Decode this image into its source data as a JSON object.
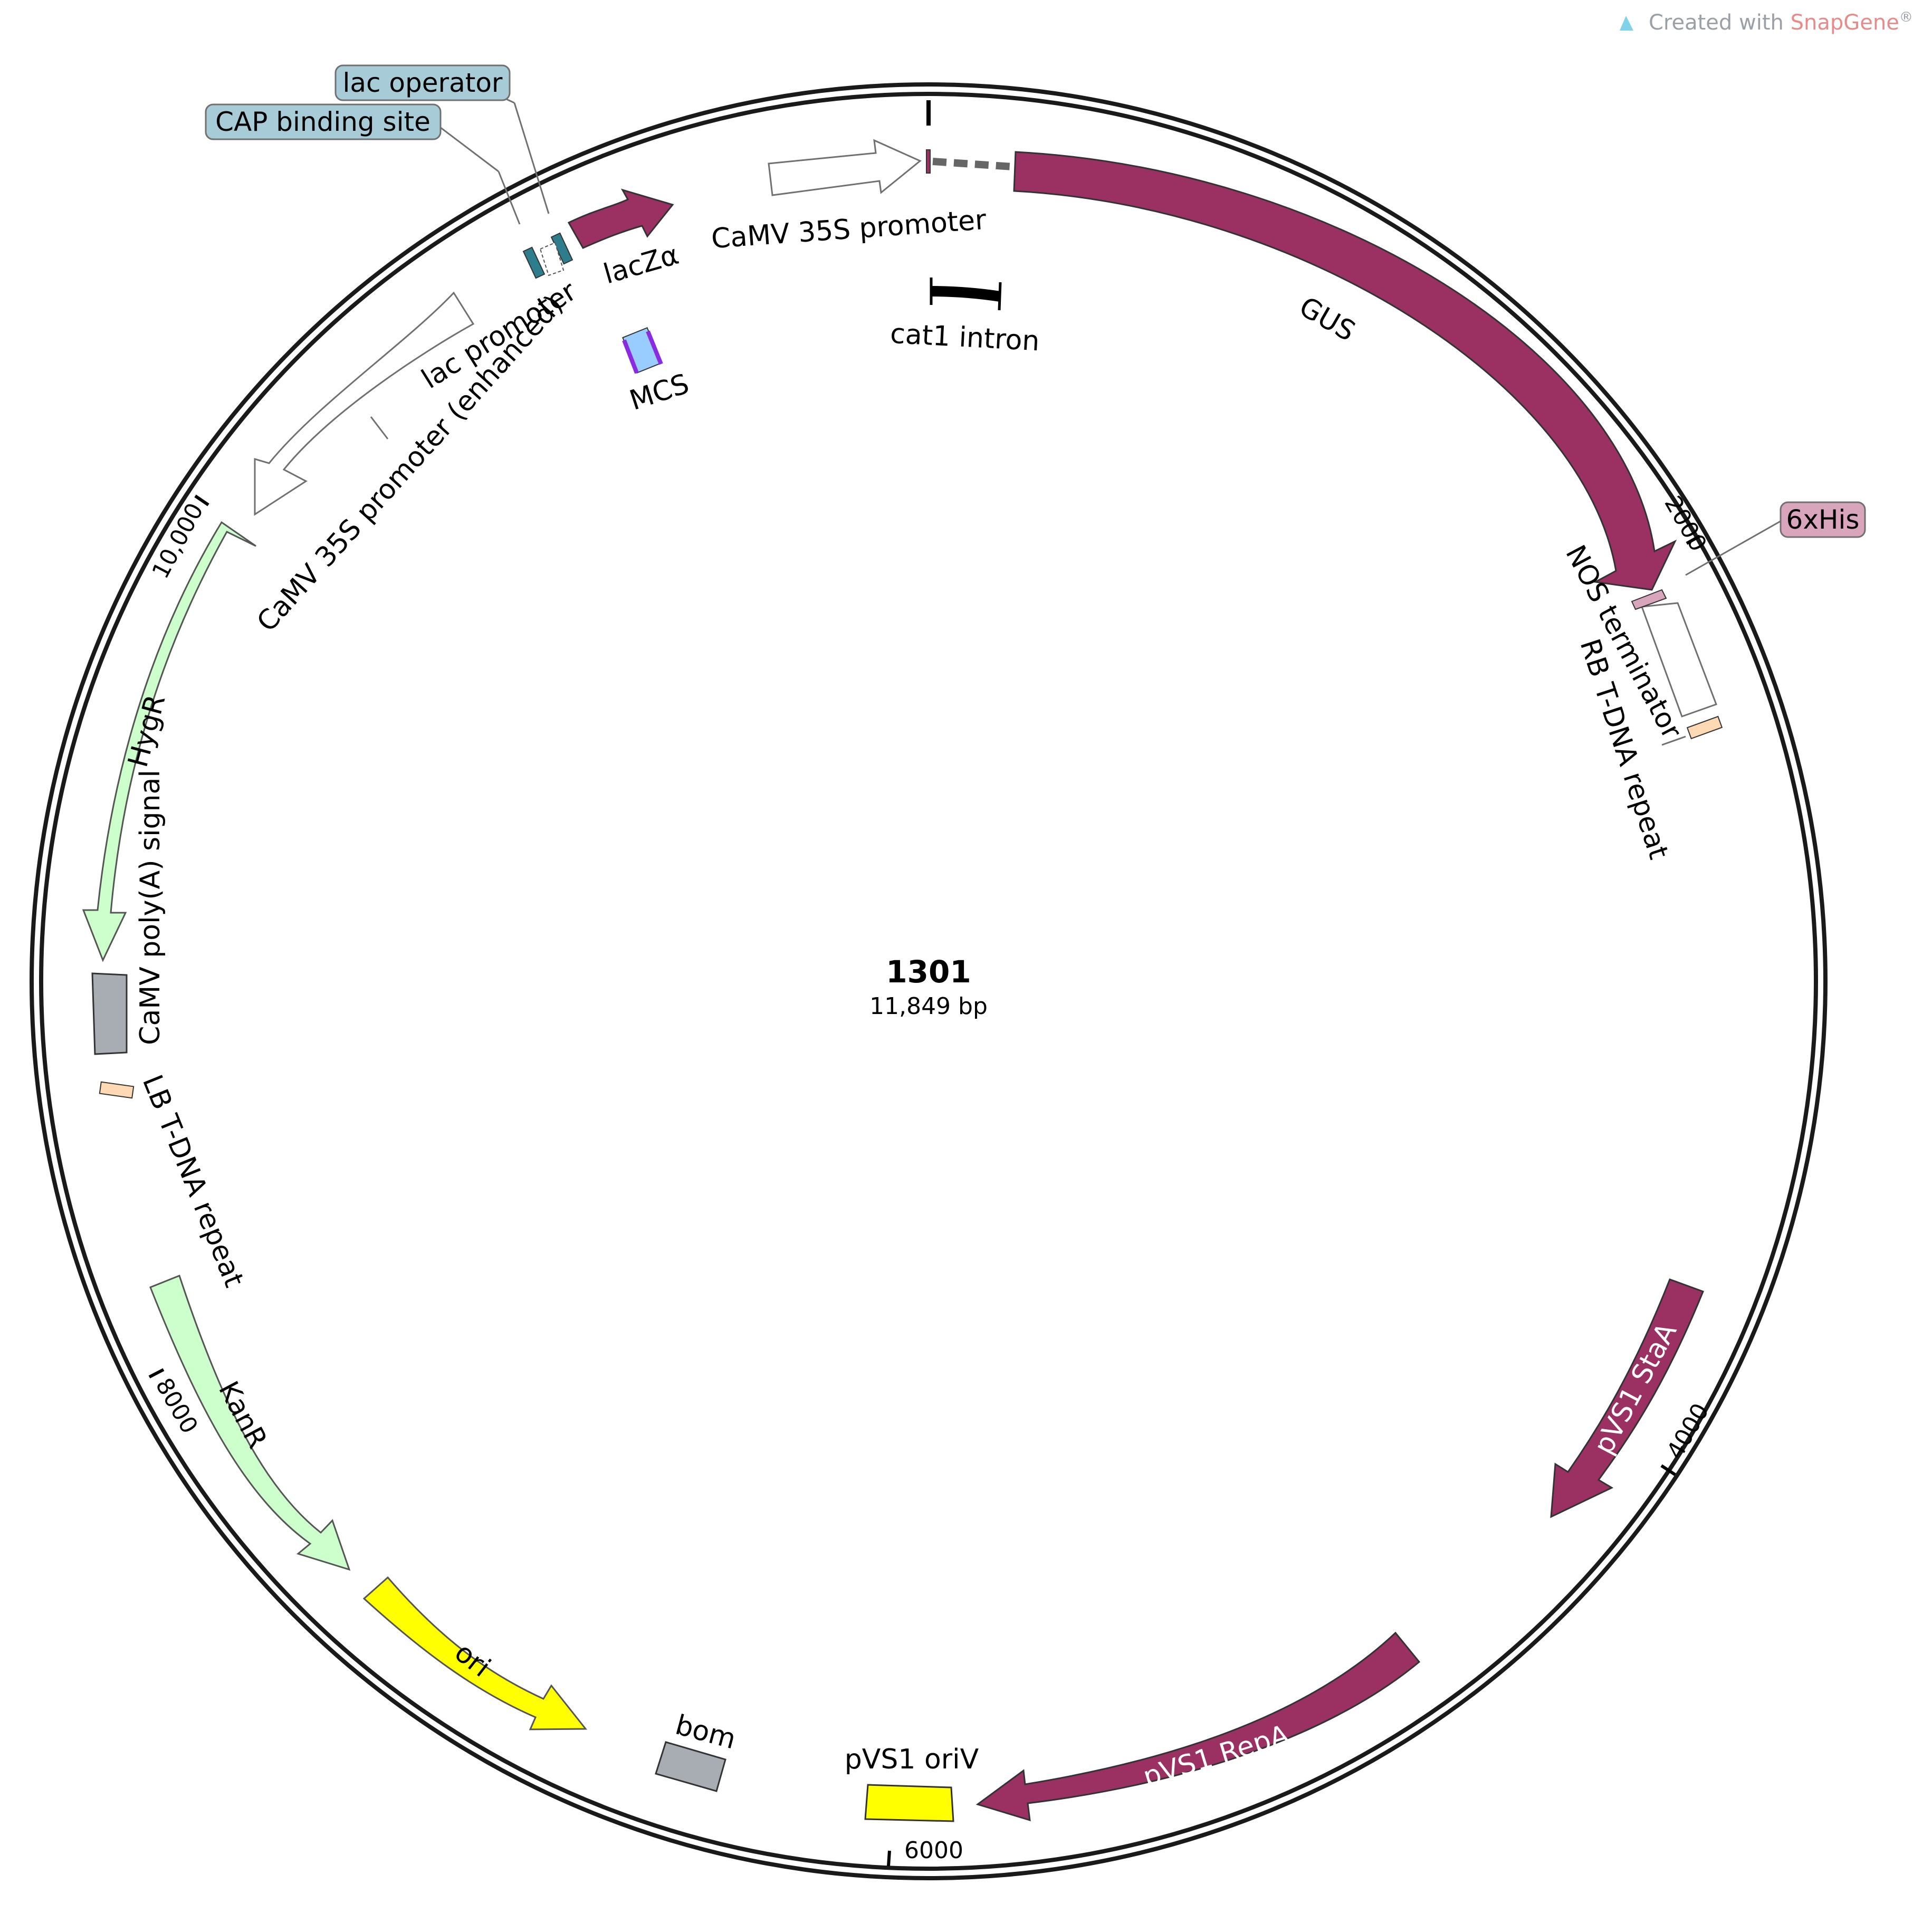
{
  "credit": {
    "prefix": "Created with ",
    "brand": "SnapGene",
    "suffix": "®"
  },
  "plasmid": {
    "name": "1301",
    "length_label": "11,849 bp",
    "length": 11849
  },
  "ticks": [
    "2000",
    "4000",
    "6000",
    "8000",
    "10,000"
  ],
  "features": {
    "gus": "GUS",
    "camv35s_top": "CaMV 35S promoter",
    "cat1_intron": "cat1 intron",
    "lacza": "lacZα",
    "mcs": "MCS",
    "lac_promoter": "lac promoter",
    "camv35s_enh": "CaMV 35S promoter (enhanced)",
    "hygr": "HygR",
    "camv_polya": "CaMV poly(A) signal",
    "lb_repeat": "LB T-DNA repeat",
    "kanr": "KanR",
    "ori": "ori",
    "bom": "bom",
    "pvs1_oriv": "pVS1 oriV",
    "pvs1_repa": "pVS1 RepA",
    "pvs1_staa": "pVS1 StaA",
    "nos_terminator": "NOS terminator",
    "rb_repeat": "RB T-DNA repeat",
    "his6": "6xHis",
    "lac_operator": "lac operator",
    "cap_site": "CAP binding site"
  },
  "colors": {
    "backbone": "#1a1a1a",
    "maroon": "#9b3062",
    "light_green": "#ccffcc",
    "yellow": "#ffff00",
    "gray": "#a8adb3",
    "peach": "#ffd9b3",
    "pink": "#d9a5bd",
    "light_blue": "#a8ccd7",
    "teal": "#2e7d8c",
    "mcs_blue": "#99ccff",
    "mcs_purple": "#8a2be2",
    "outline": "#707070"
  }
}
